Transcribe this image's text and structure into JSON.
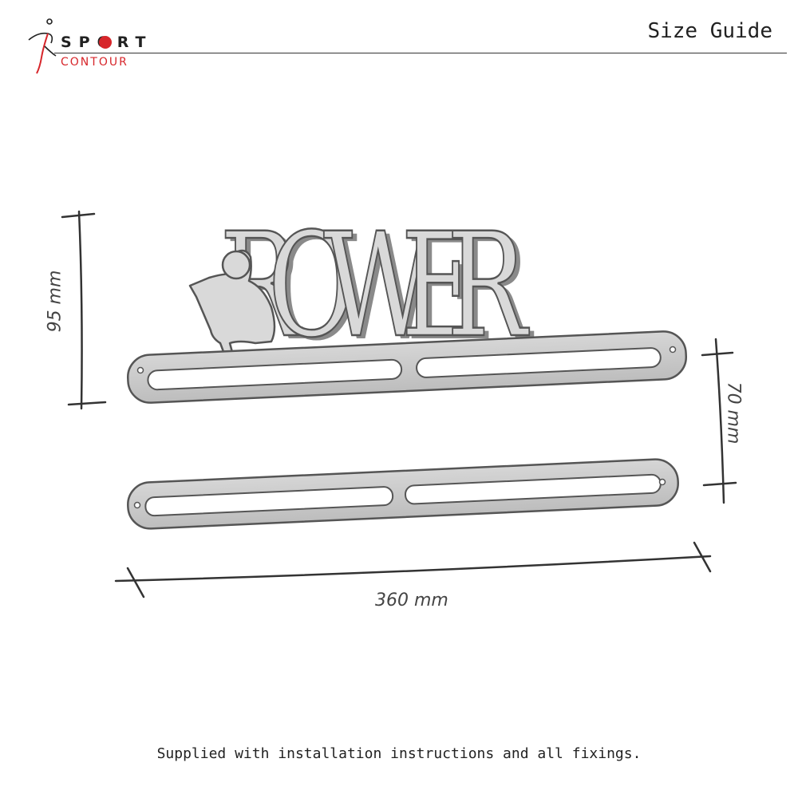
{
  "logo": {
    "sport": "SPORT",
    "contour": "CONTOUR",
    "brand_red": "#d7262b",
    "icon": "runner-figure-icon"
  },
  "header": {
    "title": "Size Guide"
  },
  "product": {
    "name_text": "ROWER",
    "figure": "rower-figure-icon",
    "metal_color": "#c9c9c9"
  },
  "dimensions": {
    "height_total": "95 mm",
    "bar_spacing": "70 mm",
    "width": "360 mm"
  },
  "footer": {
    "note": "Supplied with installation instructions and all fixings."
  }
}
